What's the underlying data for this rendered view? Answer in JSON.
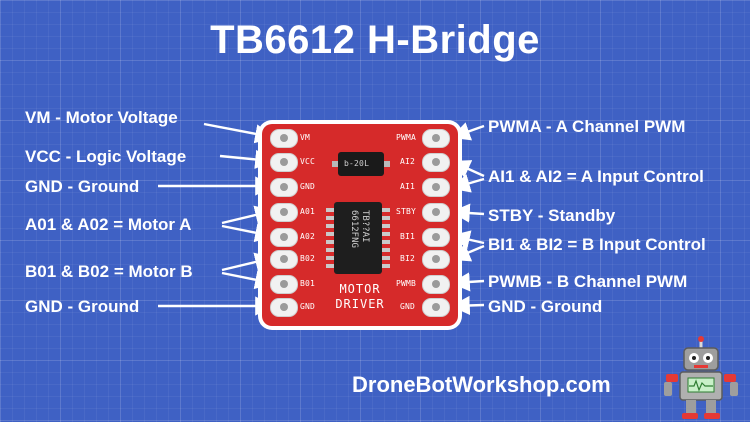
{
  "title": "TB6612 H-Bridge",
  "left_labels": [
    "VM - Motor Voltage",
    "VCC - Logic Voltage",
    "GND - Ground",
    "A01 & A02 = Motor A",
    "B01 & B02 = Motor B",
    "GND - Ground"
  ],
  "right_labels": [
    "PWMA - A Channel PWM",
    "AI1 & AI2 = A Input Control",
    "STBY - Standby",
    "BI1 & BI2 = B Input Control",
    "PWMB - B Channel PWM",
    "GND - Ground"
  ],
  "board": {
    "left_pins": [
      "VM",
      "VCC",
      "GND",
      "A01",
      "A02",
      "B02",
      "B01",
      "GND"
    ],
    "right_pins": [
      "PWMA",
      "AI2",
      "AI1",
      "STBY",
      "BI1",
      "BI2",
      "PWMB",
      "GND"
    ],
    "regulator_text": "b-20L",
    "ic_text": "TB??AI 6612FNG",
    "silk_line1": "MOTOR",
    "silk_line2": "DRIVER"
  },
  "credit": "DroneBotWorkshop.com",
  "colors": {
    "background": "#3f61c4",
    "board": "#d62a2a",
    "text": "#ffffff"
  },
  "icons": [
    "robot-mascot-icon",
    "arrow-icon"
  ]
}
